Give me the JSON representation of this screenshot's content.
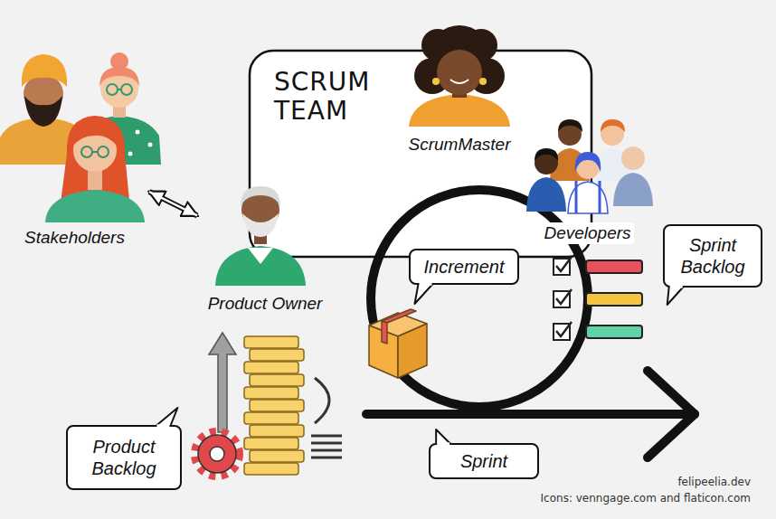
{
  "diagram": {
    "nodes": [
      {
        "text": [
          "SCRUM TEAM"
        ]
      },
      {
        "text": [
          "ScrumMaster"
        ],
        "in": 0
      },
      {
        "text": [
          "Stakeholders"
        ]
      },
      {
        "text": [
          "Product Owner"
        ],
        "in": 0
      },
      {
        "text": [
          "Developers"
        ],
        "in": 0
      },
      {
        "text": [
          "Increment"
        ]
      },
      {
        "text": [
          "Sprint Backlog"
        ]
      },
      {
        "text": [
          "Product Backlog"
        ]
      },
      {
        "text": [
          "Sprint"
        ]
      }
    ],
    "edges": [
      {
        "from": 2,
        "to": 3,
        "arrow": "both"
      }
    ],
    "labels": [
      "felipeelia.dev",
      "Icons: venngage.com and flaticon.com"
    ]
  }
}
